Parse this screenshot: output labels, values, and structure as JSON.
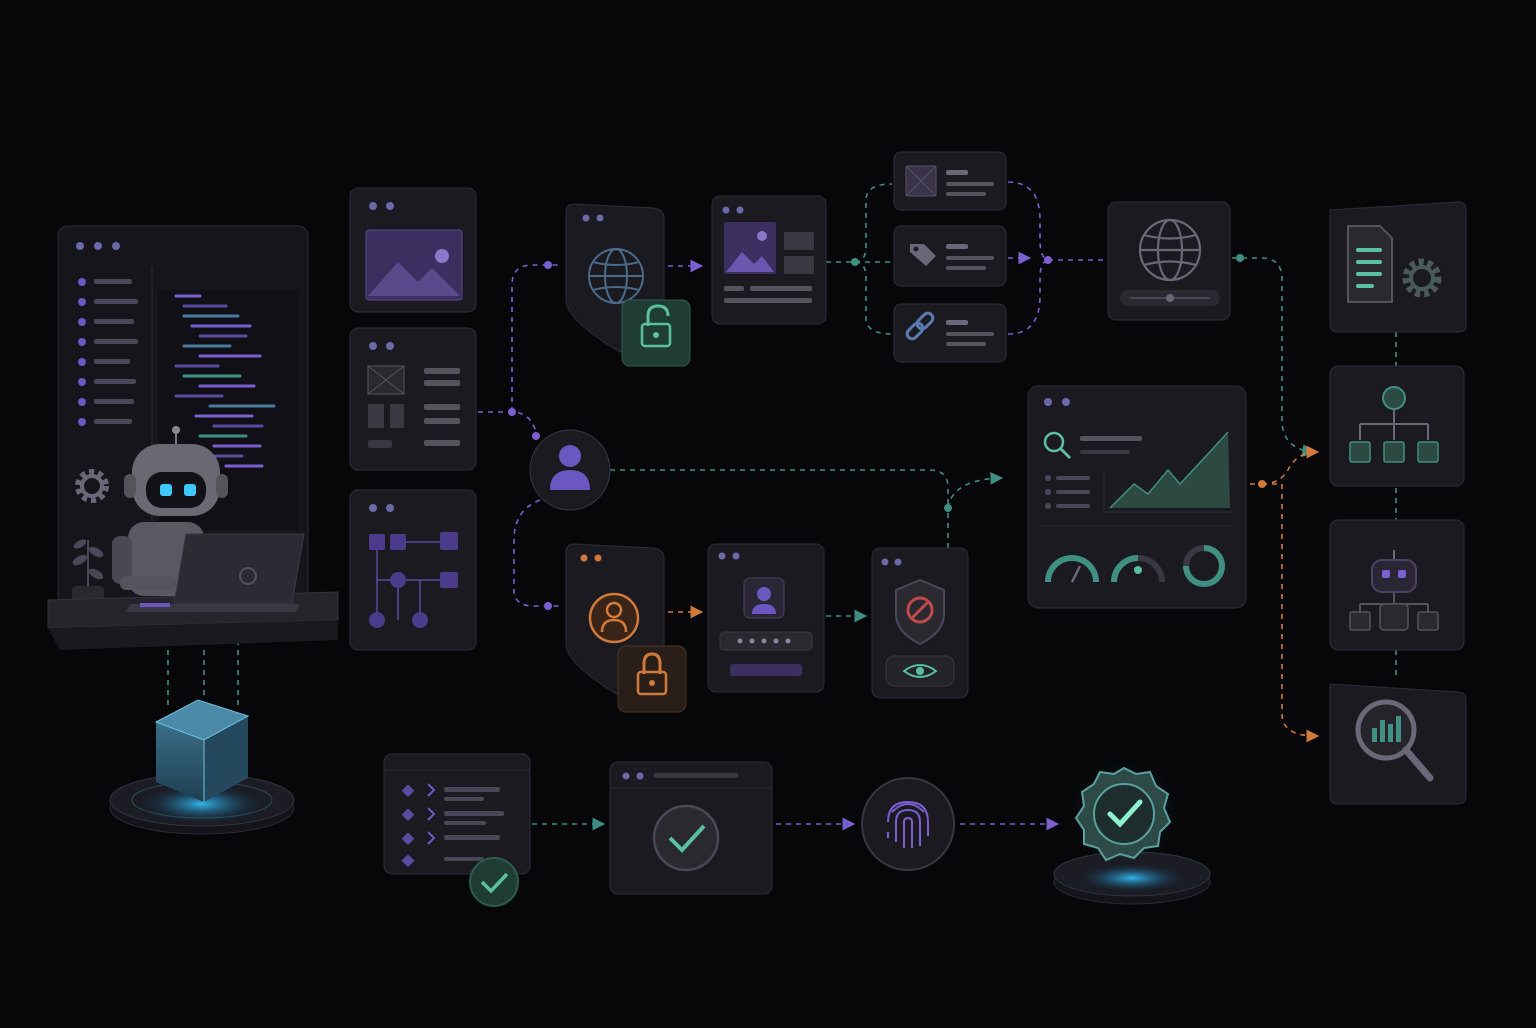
{
  "colors": {
    "background": "#07070a",
    "card": "#1b1a20",
    "card_stroke": "#2e2c36",
    "purple": "#7a5fd0",
    "teal": "#3f8f82",
    "orange": "#d27a3a",
    "green_bg": "#1c3a32",
    "cyan_glow": "#38c6ff",
    "icon_gray": "#8a8794"
  },
  "diagram": {
    "title": "",
    "nodes": [
      {
        "id": "code-editor-panel",
        "icon": "code-editor"
      },
      {
        "id": "robot-workstation",
        "icon": "robot-laptop-icon"
      },
      {
        "id": "cube-platform",
        "icon": "cube-icon"
      },
      {
        "id": "image-window",
        "icon": "image-icon"
      },
      {
        "id": "layout-window",
        "icon": "layout-icon"
      },
      {
        "id": "flow-window",
        "icon": "flowchart-icon"
      },
      {
        "id": "user-hub",
        "icon": "user-icon"
      },
      {
        "id": "web-unlocked",
        "icon": "globe-unlock-icon"
      },
      {
        "id": "content-card",
        "icon": "image-article-icon"
      },
      {
        "id": "media-item",
        "icon": "image-icon"
      },
      {
        "id": "tag-item",
        "icon": "tag-icon"
      },
      {
        "id": "link-item",
        "icon": "link-icon"
      },
      {
        "id": "web-panel",
        "icon": "globe-icon"
      },
      {
        "id": "user-locked",
        "icon": "user-lock-icon"
      },
      {
        "id": "login-form",
        "icon": "login-icon"
      },
      {
        "id": "privacy-shield",
        "icon": "shield-block-eye-icon"
      },
      {
        "id": "analytics-dashboard",
        "icon": "chart-gauge-icon"
      },
      {
        "id": "doc-settings",
        "icon": "document-gear-icon"
      },
      {
        "id": "hierarchy",
        "icon": "hierarchy-icon"
      },
      {
        "id": "bot-tree",
        "icon": "robot-tree-icon"
      },
      {
        "id": "analyze-search",
        "icon": "magnifier-chart-icon"
      },
      {
        "id": "checklist",
        "icon": "checklist-icon"
      },
      {
        "id": "approval-window",
        "icon": "check-circle-icon"
      },
      {
        "id": "fingerprint",
        "icon": "fingerprint-icon"
      },
      {
        "id": "verified-badge",
        "icon": "verified-badge-icon"
      }
    ],
    "edges": [
      {
        "from": "layout-window",
        "to": "user-hub",
        "color": "purple"
      },
      {
        "from": "user-hub",
        "to": "web-unlocked",
        "color": "purple"
      },
      {
        "from": "user-hub",
        "to": "user-locked",
        "color": "purple"
      },
      {
        "from": "user-hub",
        "to": "analytics-dashboard",
        "color": "teal"
      },
      {
        "from": "web-unlocked",
        "to": "content-card",
        "color": "purple"
      },
      {
        "from": "content-card",
        "to": "media-item",
        "color": "teal"
      },
      {
        "from": "content-card",
        "to": "link-item",
        "color": "teal"
      },
      {
        "from": "tag-item",
        "to": "web-panel",
        "color": "purple"
      },
      {
        "from": "user-locked",
        "to": "login-form",
        "color": "orange"
      },
      {
        "from": "login-form",
        "to": "privacy-shield",
        "color": "teal"
      },
      {
        "from": "privacy-shield",
        "to": "analytics-dashboard",
        "color": "teal"
      },
      {
        "from": "web-panel",
        "to": "hierarchy",
        "color": "teal"
      },
      {
        "from": "analytics-dashboard",
        "to": "hierarchy",
        "color": "orange"
      },
      {
        "from": "analytics-dashboard",
        "to": "analyze-search",
        "color": "orange"
      },
      {
        "from": "checklist",
        "to": "approval-window",
        "color": "teal"
      },
      {
        "from": "approval-window",
        "to": "fingerprint",
        "color": "purple"
      },
      {
        "from": "fingerprint",
        "to": "verified-badge",
        "color": "purple"
      },
      {
        "from": "robot-workstation",
        "to": "cube-platform",
        "color": "teal"
      }
    ]
  }
}
